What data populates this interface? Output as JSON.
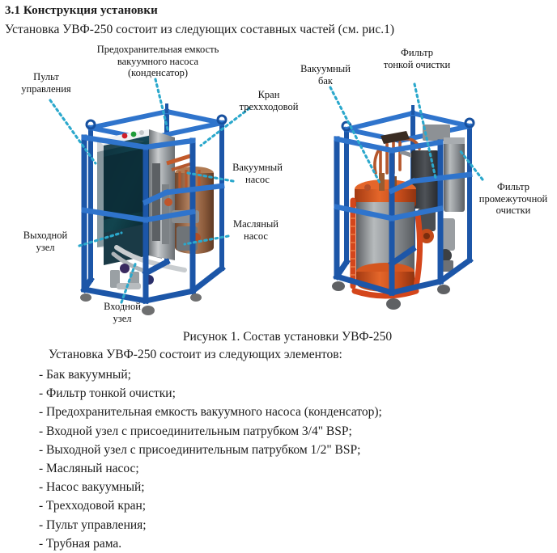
{
  "document": {
    "heading": "3.1 Конструкция установки",
    "intro": "Установка УВФ-250 состоит из следующих составных частей (см. рис.1)",
    "figure_caption": "Рисунок 1. Состав установки УВФ-250",
    "list_lead": "Установка УВФ-250 состоит из следующих элементов:",
    "list_items": [
      "- Бак вакуумный;",
      "- Фильтр тонкой очистки;",
      "- Предохранительная емкость вакуумного насоса (конденсатор);",
      "- Входной узел с присоединительным патрубком 3/4\" BSP;",
      "- Выходной узел с присоединительным патрубком 1/2\" BSP;",
      "- Масляный насос;",
      "- Насос вакуумный;",
      "- Трехходовой кран;",
      "- Пульт управления;",
      "- Трубная рама."
    ]
  },
  "figure": {
    "labels": [
      {
        "id": "pult-upravleniya",
        "text": "Пульт\nуправления"
      },
      {
        "id": "predohranitelnaya-emkost",
        "text": "Предохранительная емкость\nвакуумного насоса\n(конденсатор)"
      },
      {
        "id": "kran-trekhhodovoy",
        "text": "Кран\nтреххходовой"
      },
      {
        "id": "vakuumnyy-nasos",
        "text": "Вакуумный\nнасос"
      },
      {
        "id": "maslyanyy-nasos",
        "text": "Масляный\nнасос"
      },
      {
        "id": "vyhodnoy-uzel",
        "text": "Выходной\nузел"
      },
      {
        "id": "vhodnoy-uzel",
        "text": "Входной\nузел"
      },
      {
        "id": "vakuumnyy-bak",
        "text": "Вакуумный\nбак"
      },
      {
        "id": "filtr-tonkoy-ochistki",
        "text": "Фильтр\nтонкой очистки"
      },
      {
        "id": "filtr-promezhutochnoy",
        "text": "Фильтр\nпромежуточной\nочистки"
      }
    ],
    "leader_color": "#2ba8cc"
  },
  "colors": {
    "frame_blue": "#1c56a8",
    "frame_blue_dark": "#123c77",
    "frame_blue_light": "#2f74cc",
    "leader_cyan": "#2ba8cc",
    "panel_white": "#eef1f3",
    "panel_grey": "#b9bfc4",
    "tank_copper": "#9a6a4a",
    "tank_orange": "#d4561f",
    "tank_steel": "#8e8f8c",
    "text_black": "#1a1a1a"
  }
}
